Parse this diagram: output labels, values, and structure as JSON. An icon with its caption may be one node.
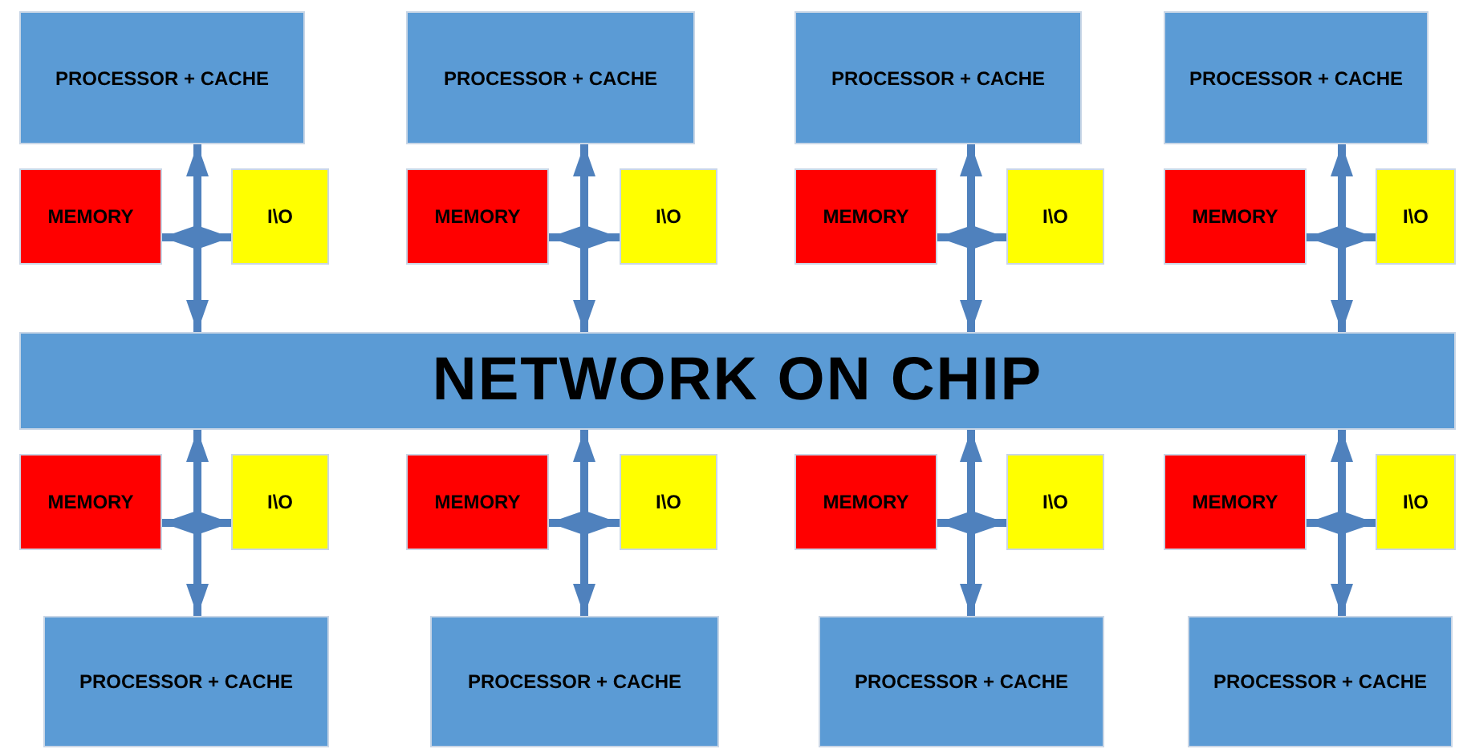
{
  "diagram": {
    "nodes": [
      {
        "text": [
          "PROCESSOR + CACHE"
        ]
      },
      {
        "text": [
          "PROCESSOR + CACHE"
        ]
      },
      {
        "text": [
          "PROCESSOR + CACHE"
        ]
      },
      {
        "text": [
          "PROCESSOR + CACHE"
        ]
      },
      {
        "text": [
          "MEMORY"
        ]
      },
      {
        "text": [
          "I\\O"
        ]
      },
      {
        "text": [
          "MEMORY"
        ]
      },
      {
        "text": [
          "I\\O"
        ]
      },
      {
        "text": [
          "MEMORY"
        ]
      },
      {
        "text": [
          "I\\O"
        ]
      },
      {
        "text": [
          "MEMORY"
        ]
      },
      {
        "text": [
          "I\\O"
        ]
      },
      {
        "text": [
          "NETWORK ON CHIP"
        ]
      },
      {
        "text": [
          "MEMORY"
        ]
      },
      {
        "text": [
          "I\\O"
        ]
      },
      {
        "text": [
          "MEMORY"
        ]
      },
      {
        "text": [
          "I\\O"
        ]
      },
      {
        "text": [
          "MEMORY"
        ]
      },
      {
        "text": [
          "I\\O"
        ]
      },
      {
        "text": [
          "MEMORY"
        ]
      },
      {
        "text": [
          "I\\O"
        ]
      },
      {
        "text": [
          "PROCESSOR + CACHE"
        ]
      },
      {
        "text": [
          "PROCESSOR + CACHE"
        ]
      },
      {
        "text": [
          "PROCESSOR + CACHE"
        ]
      },
      {
        "text": [
          "PROCESSOR + CACHE"
        ]
      }
    ],
    "edges": [
      {
        "from": 0,
        "to": 12,
        "arrow": "both"
      },
      {
        "from": 4,
        "to": 5,
        "arrow": "both"
      },
      {
        "from": 1,
        "to": 12,
        "arrow": "both"
      },
      {
        "from": 6,
        "to": 7,
        "arrow": "both"
      },
      {
        "from": 2,
        "to": 12,
        "arrow": "both"
      },
      {
        "from": 8,
        "to": 9,
        "arrow": "both"
      },
      {
        "from": 3,
        "to": 12,
        "arrow": "both"
      },
      {
        "from": 10,
        "to": 11,
        "arrow": "both"
      },
      {
        "from": 12,
        "to": 21,
        "arrow": "both"
      },
      {
        "from": 13,
        "to": 14,
        "arrow": "both"
      },
      {
        "from": 12,
        "to": 22,
        "arrow": "both"
      },
      {
        "from": 15,
        "to": 16,
        "arrow": "both"
      },
      {
        "from": 12,
        "to": 23,
        "arrow": "both"
      },
      {
        "from": 17,
        "to": 18,
        "arrow": "both"
      },
      {
        "from": 12,
        "to": 24,
        "arrow": "both"
      },
      {
        "from": 19,
        "to": 20,
        "arrow": "both"
      }
    ]
  }
}
